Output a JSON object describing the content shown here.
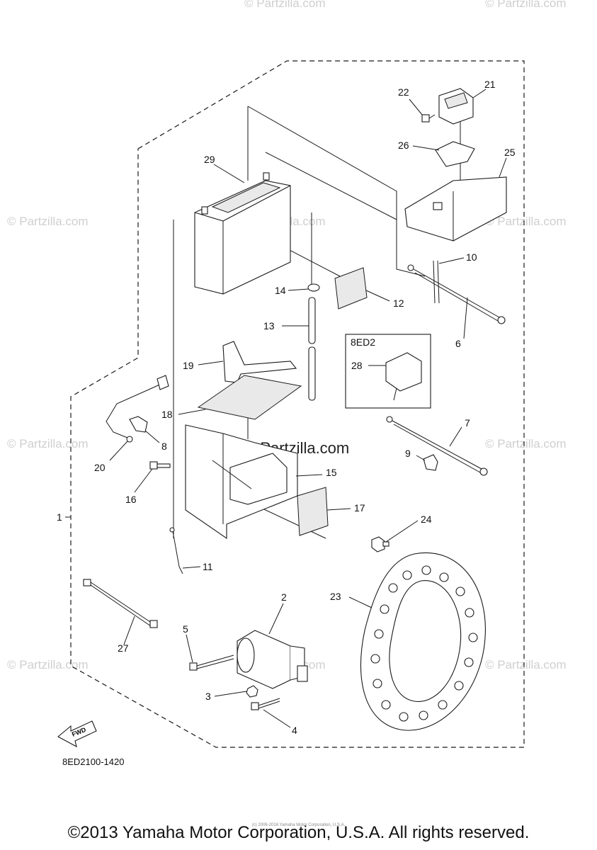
{
  "watermark": "© Partzilla.com",
  "center_watermark": "© Partzilla.com",
  "variant_box_label": "8ED2",
  "diagram_code": "8ED2100-1420",
  "fwd_label": "FWD",
  "copyright": "©2013 Yamaha Motor Corporation, U.S.A. All rights reserved.",
  "tiny_copyright": "(c) 2006-2016 Yamaha Motor Corporation, U.S.A.",
  "callouts": [
    "1",
    "2",
    "3",
    "4",
    "5",
    "6",
    "7",
    "8",
    "9",
    "10",
    "11",
    "12",
    "13",
    "14",
    "15",
    "16",
    "17",
    "18",
    "19",
    "20",
    "21",
    "22",
    "23",
    "24",
    "25",
    "26",
    "27",
    "28",
    "29"
  ]
}
